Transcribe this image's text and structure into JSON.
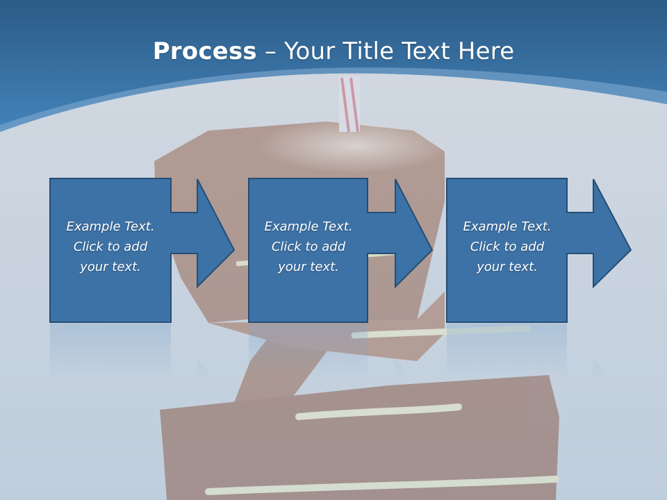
{
  "title": {
    "bold": "Process",
    "rest": " – Your Title Text Here"
  },
  "steps": [
    {
      "text": "Example Text.\nClick  to add\nyour text."
    },
    {
      "text": "Example Text.\nClick  to add\nyour text."
    },
    {
      "text": "Example Text.\nClick  to add\nyour text."
    }
  ],
  "colors": {
    "header_top": "#2e5f8a",
    "header_bottom": "#3f7db3",
    "box_fill": "#3d72a6",
    "box_border": "#244d73",
    "background": "#c9d3dd"
  },
  "background_image": "cake-with-candle-photo"
}
